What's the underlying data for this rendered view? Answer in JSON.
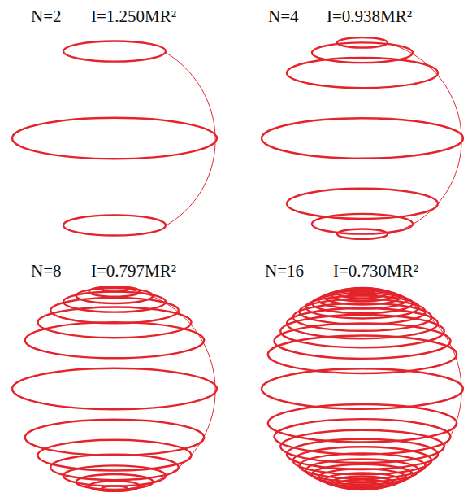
{
  "diagram": {
    "labels": [
      "N=2",
      "I=1.250MR²",
      "N=4",
      "I=0.938MR²",
      "N=8",
      "I=0.797MR²",
      "N=16",
      "I=0.730MR²"
    ]
  }
}
